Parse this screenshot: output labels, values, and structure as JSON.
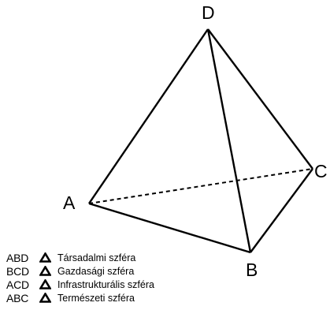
{
  "vertices": {
    "A": "A",
    "B": "B",
    "C": "C",
    "D": "D"
  },
  "legend": [
    {
      "code": "ABD",
      "symbol": "triangle-icon",
      "label": "Társadalmi szféra"
    },
    {
      "code": "BCD",
      "symbol": "triangle-icon",
      "label": "Gazdasági szféra"
    },
    {
      "code": "ACD",
      "symbol": "triangle-icon",
      "label": "Infrastrukturális szféra"
    },
    {
      "code": "ABC",
      "symbol": "triangle-icon",
      "label": "Természeti szféra"
    }
  ],
  "colors": {
    "line": "#000000",
    "background": "#ffffff"
  }
}
